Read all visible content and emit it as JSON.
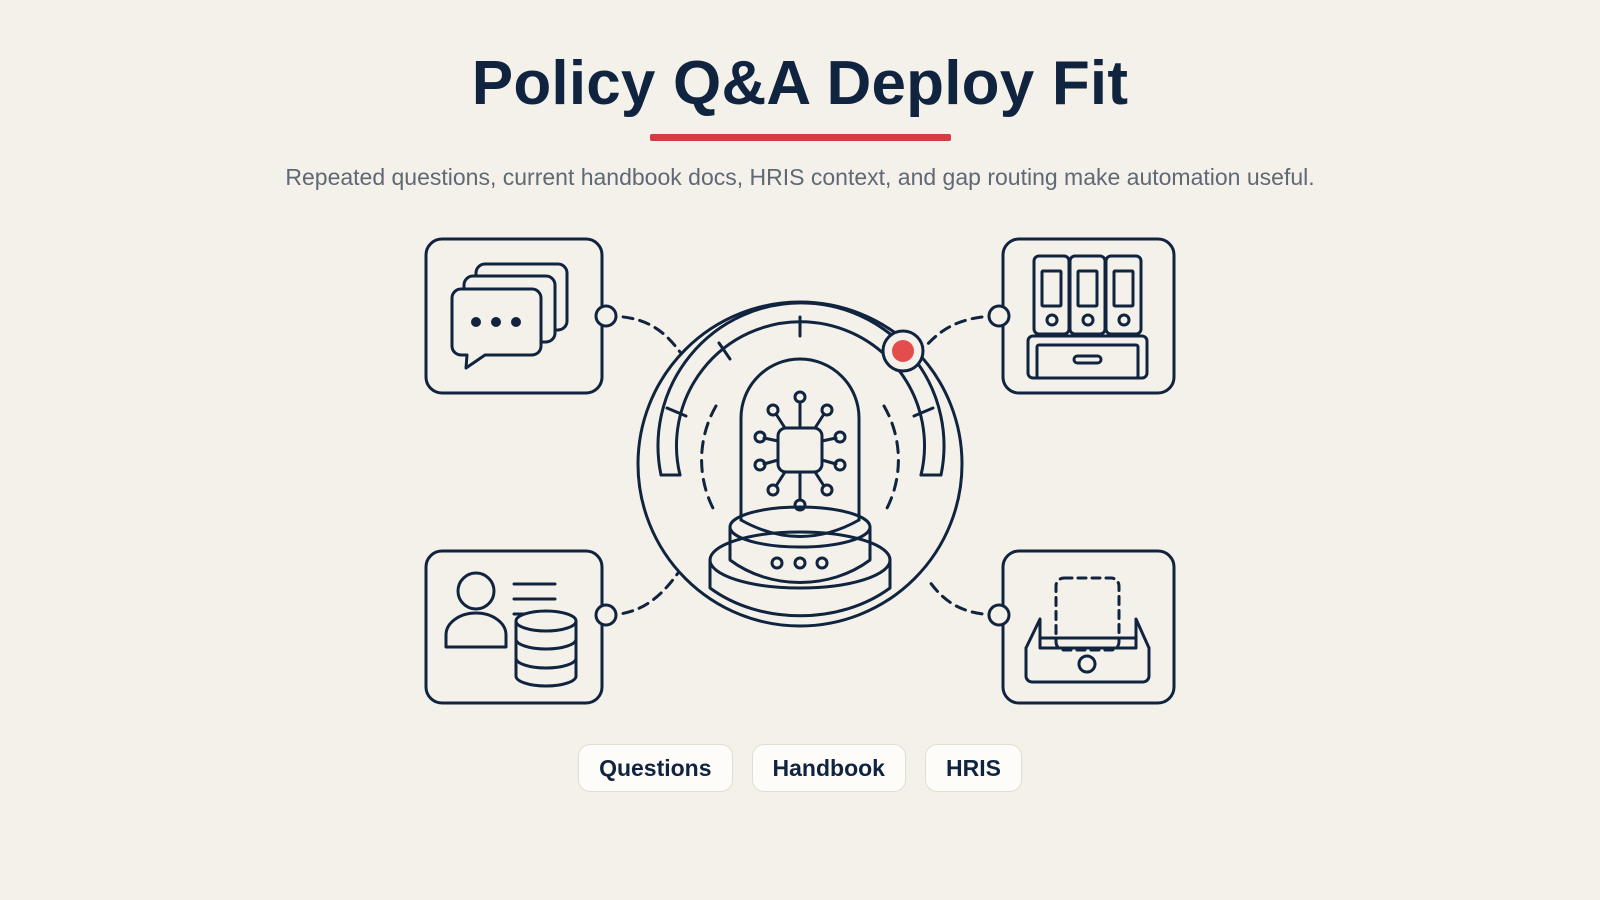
{
  "title": "Policy Q&A Deploy Fit",
  "subtitle": "Repeated questions, current handbook docs, HRIS context, and gap routing make automation useful.",
  "colors": {
    "background": "#f4f1ea",
    "ink": "#10243f",
    "accent": "#d63a43",
    "muted_text": "#5f6875"
  },
  "diagram": {
    "center_icon": "ai-chip-dome-icon",
    "cards": [
      {
        "icon": "chat-bubbles-icon"
      },
      {
        "icon": "binders-cabinet-icon"
      },
      {
        "icon": "employee-database-icon"
      },
      {
        "icon": "inbox-tray-icon"
      }
    ]
  },
  "chips": [
    "Questions",
    "Handbook",
    "HRIS"
  ]
}
